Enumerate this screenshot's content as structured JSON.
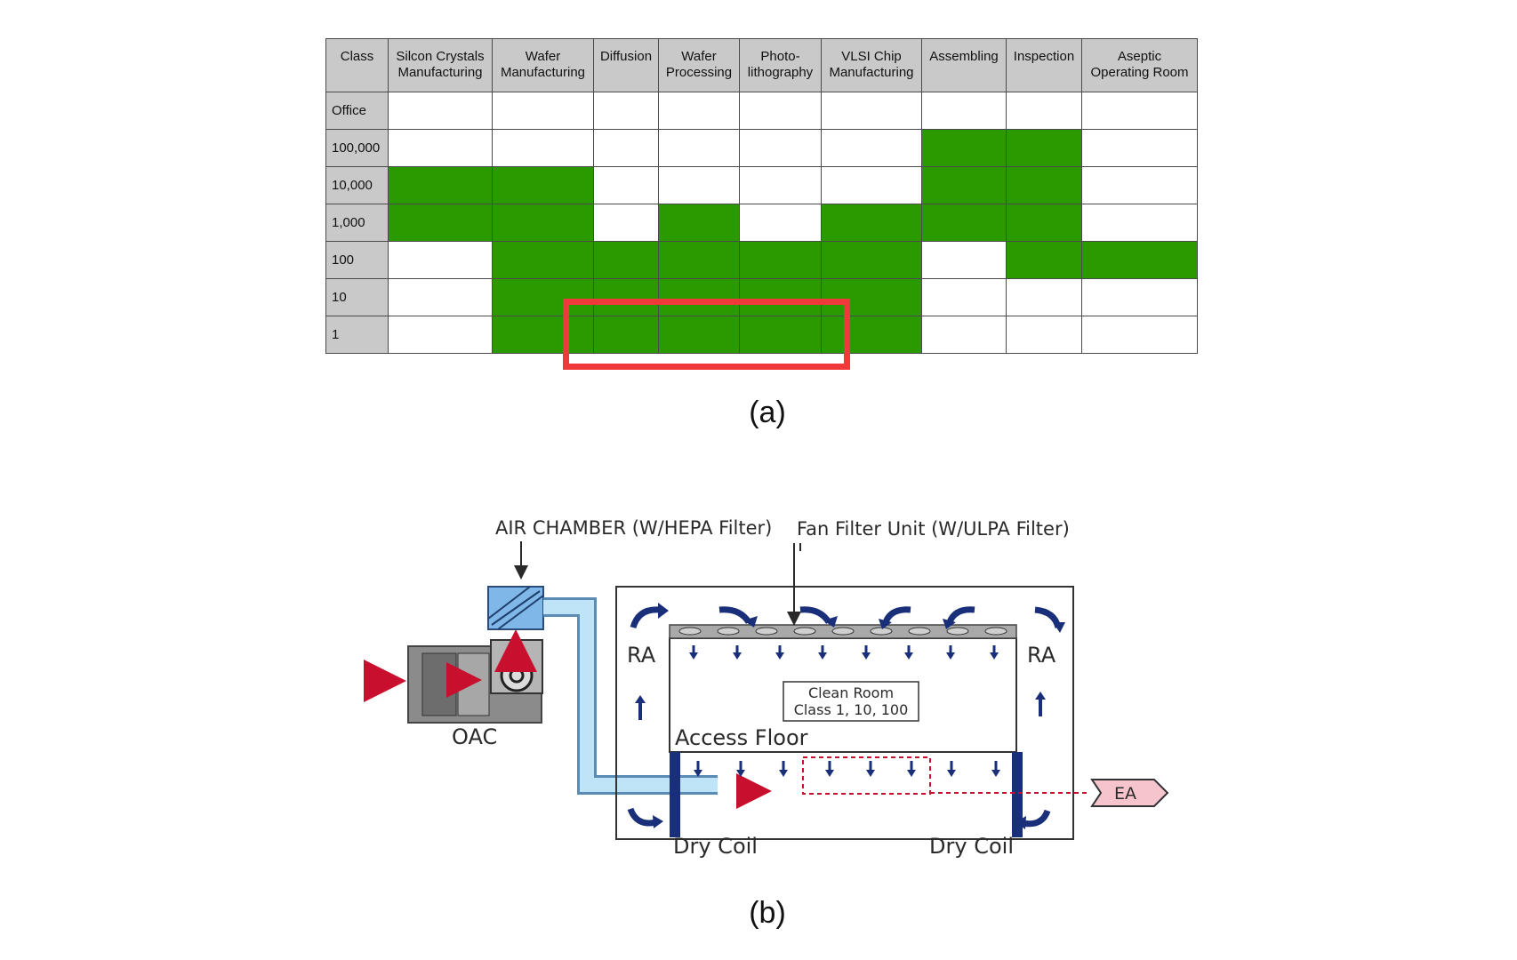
{
  "panel_a": {
    "caption": "(a)",
    "corner_header": "Class",
    "columns": [
      [
        "Silcon Crystals",
        "Manufacturing"
      ],
      [
        "Wafer",
        "Manufacturing"
      ],
      [
        "Diffusion"
      ],
      [
        "Wafer",
        "Processing"
      ],
      [
        "Photo-",
        "lithography"
      ],
      [
        "VLSI Chip",
        "Manufacturing"
      ],
      [
        "Assembling"
      ],
      [
        "Inspection"
      ],
      [
        "Aseptic",
        "Operating Room"
      ]
    ],
    "rows": [
      {
        "label": "Office",
        "cells": [
          0,
          0,
          0,
          0,
          0,
          0,
          0,
          0,
          0
        ]
      },
      {
        "label": "100,000",
        "cells": [
          0,
          0,
          0,
          0,
          0,
          0,
          1,
          1,
          0
        ]
      },
      {
        "label": "10,000",
        "cells": [
          1,
          1,
          0,
          0,
          0,
          0,
          1,
          1,
          0
        ]
      },
      {
        "label": "1,000",
        "cells": [
          1,
          1,
          0,
          1,
          0,
          1,
          1,
          1,
          0
        ]
      },
      {
        "label": "100",
        "cells": [
          0,
          1,
          1,
          1,
          1,
          1,
          0,
          1,
          1
        ]
      },
      {
        "label": "10",
        "cells": [
          0,
          1,
          1,
          1,
          1,
          1,
          0,
          0,
          0
        ]
      },
      {
        "label": "1",
        "cells": [
          0,
          1,
          1,
          1,
          1,
          1,
          0,
          0,
          0
        ]
      }
    ],
    "colors": {
      "filled": "#2a9a00",
      "header": "#c9c9c9",
      "highlight": "#f0393b"
    }
  },
  "panel_b": {
    "caption": "(b)",
    "air_chamber_label": "AIR CHAMBER (W/HEPA Filter)",
    "ffu_label": "Fan Filter Unit (W/ULPA Filter)",
    "ra_left": "RA",
    "ra_right": "RA",
    "clean_room_line1": "Clean Room",
    "clean_room_line2": "Class 1, 10, 100",
    "access_floor": "Access Floor",
    "oac": "OAC",
    "ea": "EA",
    "dry_coil_left": "Dry Coil",
    "dry_coil_right": "Dry Coil",
    "colors": {
      "arrow_blue": "#1a2f7a",
      "arrow_red": "#c8102e",
      "duct": "#bfe3f7",
      "ea_fill": "#f5c4cc"
    }
  }
}
